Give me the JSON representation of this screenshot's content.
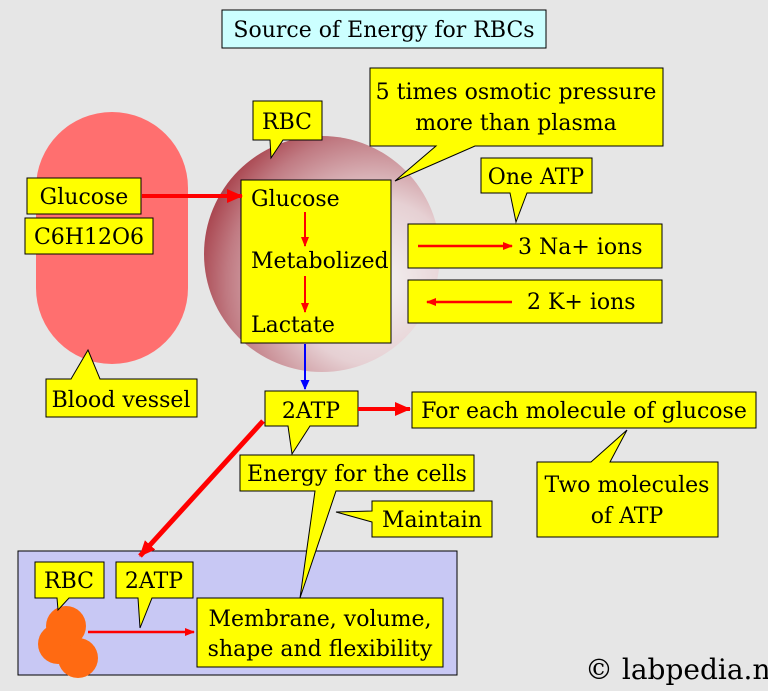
{
  "title": "Source of Energy for RBCs",
  "labels": {
    "glucose_outside": "Glucose",
    "formula": "C6H12O6",
    "blood_vessel": "Blood vessel",
    "rbc_callout": "RBC",
    "glucose_inside": "Glucose",
    "metabolized": "Metabolized",
    "lactate": "Lactate",
    "osmotic_line1": "5 times osmotic pressure",
    "osmotic_line2": "more than plasma",
    "one_atp": "One ATP",
    "na_ions": "3 Na+ ions",
    "k_ions": "2 K+ ions",
    "two_atp_main": "2ATP",
    "for_each_glucose": "For each molecule of glucose",
    "two_molecules_line1": "Two molecules",
    "two_molecules_line2": "of ATP",
    "energy_for_cells": "Energy for the cells",
    "maintain": "Maintain",
    "rbc_bottom": "RBC",
    "two_atp_bottom": "2ATP",
    "membrane_line1": "Membrane, volume,",
    "membrane_line2": "shape and flexibility"
  },
  "watermark": "© labpedia.net",
  "colors": {
    "background": "#e6e6e6",
    "callout_fill": "#ffff00",
    "title_fill": "#ccffff",
    "arrow_red": "#ff0000",
    "arrow_blue": "#0000ff",
    "blood_vessel": "#ff6f6f",
    "rbc_cell_edge": "#a8343c",
    "lower_panel": "#c8c8f4",
    "rbc_cluster": "#ff6a12"
  }
}
